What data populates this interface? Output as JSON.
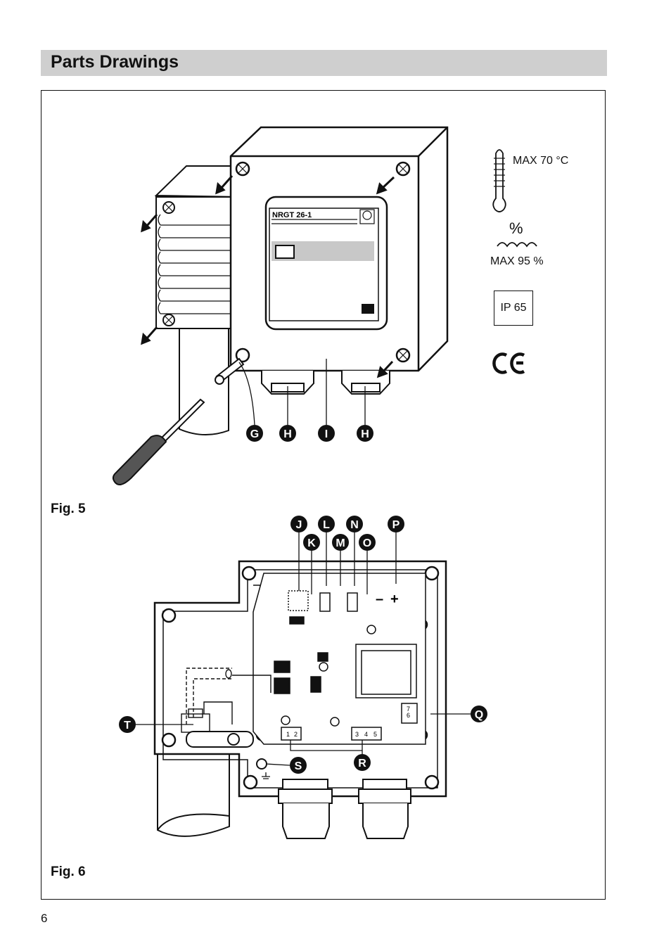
{
  "header": {
    "title": "Parts Drawings"
  },
  "figures": [
    {
      "label": "Fig. 5"
    },
    {
      "label": "Fig. 6"
    }
  ],
  "fig5": {
    "device_label": "NRGT 26-1",
    "callouts": [
      "G",
      "H",
      "I",
      "H"
    ],
    "specs": {
      "temperature": "MAX 70 °C",
      "humidity_symbol": "%",
      "humidity": "MAX 95 %",
      "protection": "IP 65",
      "mark": "CE"
    }
  },
  "fig6": {
    "callouts_top": [
      "J",
      "L",
      "N",
      "P"
    ],
    "callouts_second": [
      "K",
      "M",
      "O"
    ],
    "callouts_other": [
      "Q",
      "R",
      "S",
      "T"
    ],
    "polarity": [
      "–",
      "+"
    ],
    "terminal_block_a": [
      "1",
      "2"
    ],
    "terminal_block_b": [
      "3",
      "4",
      "5"
    ],
    "terminal_block_c": [
      "6",
      "7"
    ]
  },
  "page": {
    "number": "6"
  },
  "colors": {
    "header_bg": "#cfcfcf",
    "ink": "#111111",
    "display_band": "#c8c8c8"
  }
}
